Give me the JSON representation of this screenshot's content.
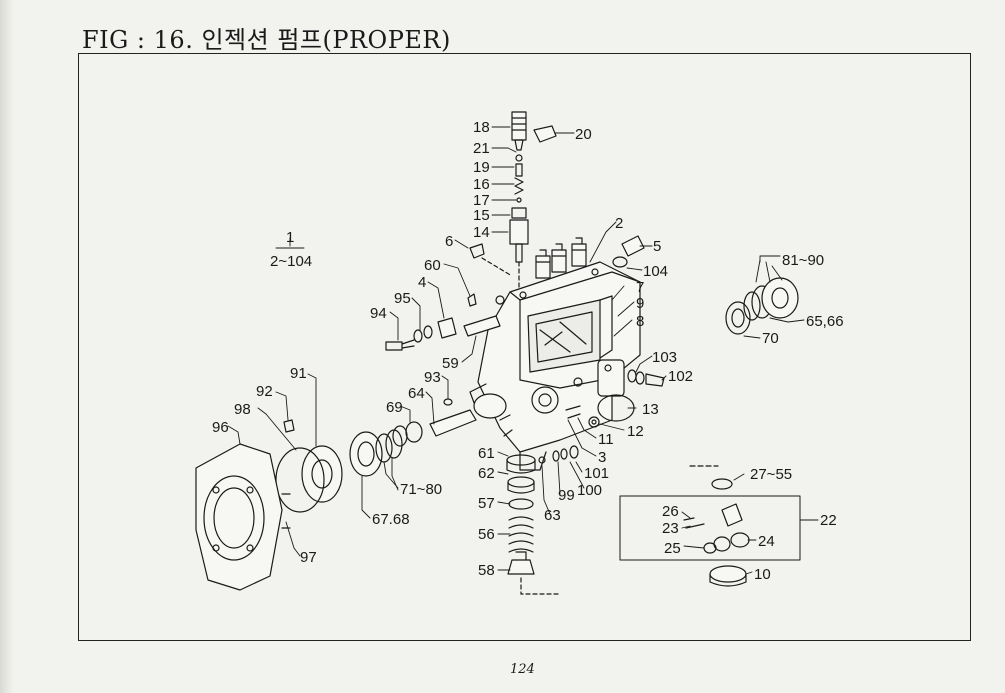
{
  "title": "FIG : 16. 인젝션 펌프(PROPER)",
  "page_number": "124",
  "assembly_label": {
    "top": "1",
    "bottom": "2~104"
  },
  "callouts": [
    {
      "id": "c18",
      "text": "18"
    },
    {
      "id": "c20",
      "text": "20"
    },
    {
      "id": "c21",
      "text": "21"
    },
    {
      "id": "c19",
      "text": "19"
    },
    {
      "id": "c16",
      "text": "16"
    },
    {
      "id": "c17",
      "text": "17"
    },
    {
      "id": "c15",
      "text": "15"
    },
    {
      "id": "c14",
      "text": "14"
    },
    {
      "id": "c2",
      "text": "2"
    },
    {
      "id": "c6",
      "text": "6"
    },
    {
      "id": "c5",
      "text": "5"
    },
    {
      "id": "c104",
      "text": "104"
    },
    {
      "id": "c60",
      "text": "60"
    },
    {
      "id": "c4",
      "text": "4"
    },
    {
      "id": "c95",
      "text": "95"
    },
    {
      "id": "c94",
      "text": "94"
    },
    {
      "id": "c59",
      "text": "59"
    },
    {
      "id": "c7",
      "text": "7"
    },
    {
      "id": "c9",
      "text": "9"
    },
    {
      "id": "c8",
      "text": "8"
    },
    {
      "id": "c81",
      "text": "81~90"
    },
    {
      "id": "c65",
      "text": "65,66"
    },
    {
      "id": "c70",
      "text": "70"
    },
    {
      "id": "c103",
      "text": "103"
    },
    {
      "id": "c102",
      "text": "102"
    },
    {
      "id": "c91",
      "text": "91"
    },
    {
      "id": "c92",
      "text": "92"
    },
    {
      "id": "c93",
      "text": "93"
    },
    {
      "id": "c64",
      "text": "64"
    },
    {
      "id": "c98",
      "text": "98"
    },
    {
      "id": "c69",
      "text": "69"
    },
    {
      "id": "c13",
      "text": "13"
    },
    {
      "id": "c96",
      "text": "96"
    },
    {
      "id": "c12",
      "text": "12"
    },
    {
      "id": "c11",
      "text": "11"
    },
    {
      "id": "c3",
      "text": "3"
    },
    {
      "id": "c61",
      "text": "61"
    },
    {
      "id": "c101",
      "text": "101"
    },
    {
      "id": "c62",
      "text": "62"
    },
    {
      "id": "c100",
      "text": "100"
    },
    {
      "id": "c99",
      "text": "99"
    },
    {
      "id": "c71",
      "text": "71~80"
    },
    {
      "id": "c27",
      "text": "27~55"
    },
    {
      "id": "c57",
      "text": "57"
    },
    {
      "id": "c63",
      "text": "63"
    },
    {
      "id": "c67",
      "text": "67.68"
    },
    {
      "id": "c26",
      "text": "26"
    },
    {
      "id": "c22",
      "text": "22"
    },
    {
      "id": "c23",
      "text": "23"
    },
    {
      "id": "c56",
      "text": "56"
    },
    {
      "id": "c24",
      "text": "24"
    },
    {
      "id": "c97",
      "text": "97"
    },
    {
      "id": "c25",
      "text": "25"
    },
    {
      "id": "c58",
      "text": "58"
    },
    {
      "id": "c10",
      "text": "10"
    }
  ]
}
